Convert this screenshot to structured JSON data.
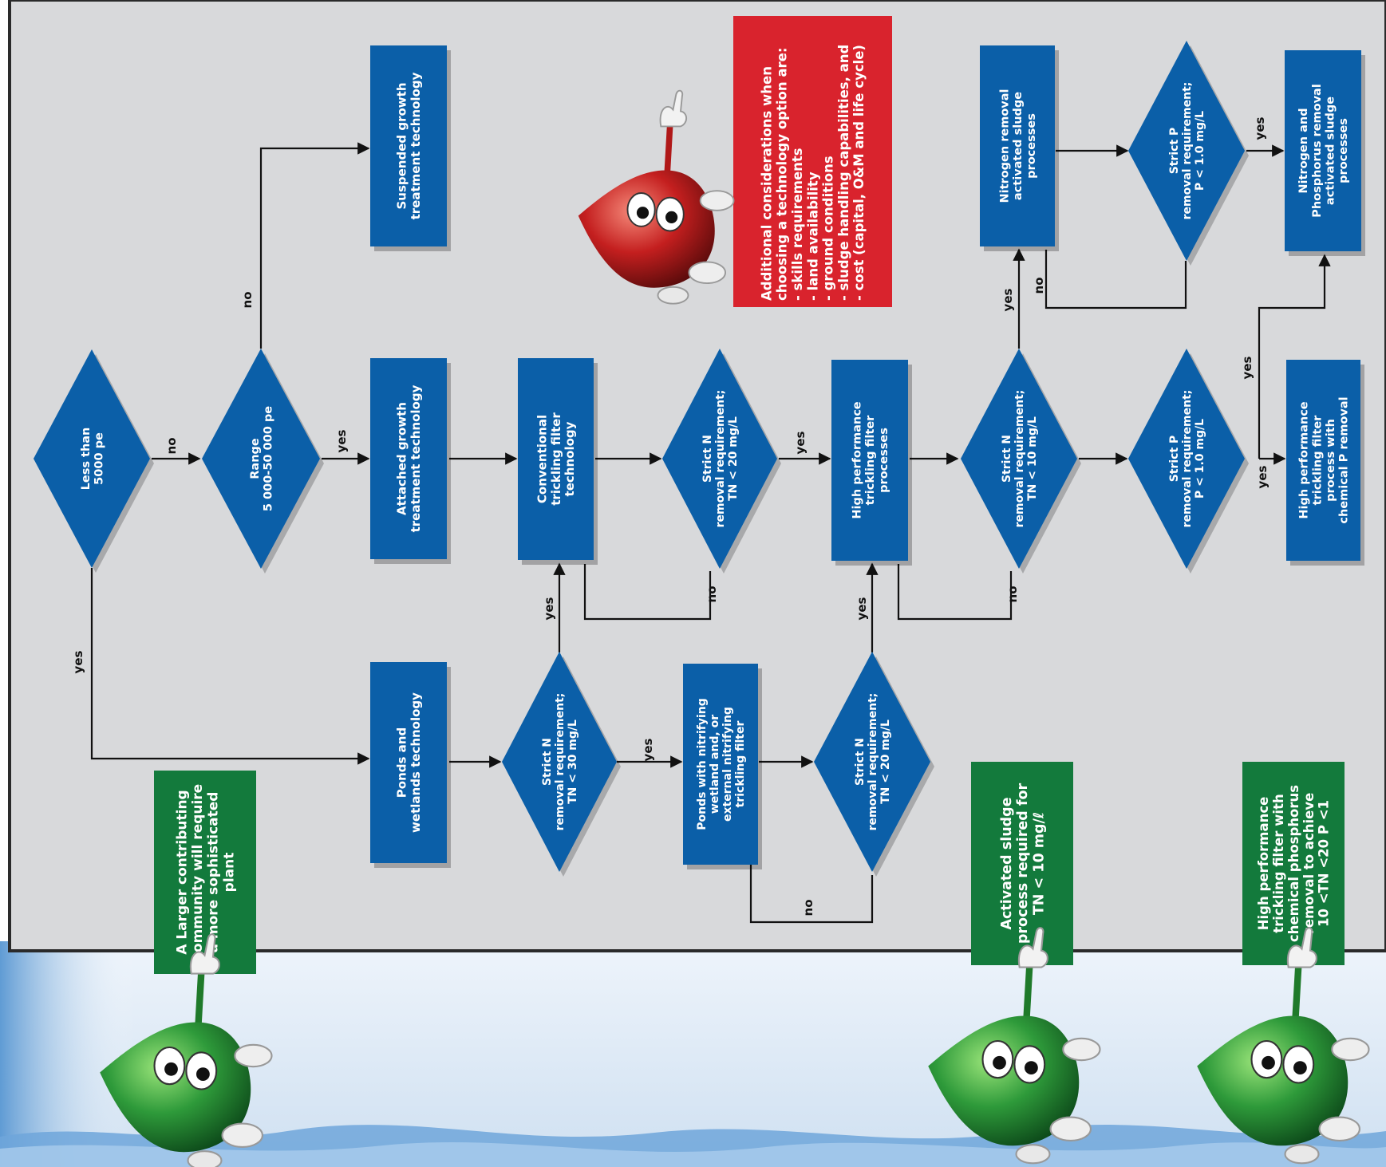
{
  "colors": {
    "panel_bg": "#d8d9db",
    "panel_border": "#2a2a2a",
    "blue_shape": "#0b5fa8",
    "green_box": "#137a3c",
    "red_box": "#d9232d",
    "water": "#7fb3df",
    "mascot_green": "#2e9a3a",
    "mascot_red": "#c41f1f"
  },
  "icons": {
    "mascot_red": "pointing-water-drop-mascot-icon",
    "mascot_green": "pointing-leaf-drop-mascot-icon"
  },
  "nodes": {
    "less_than_5000": [
      "Less than",
      "5000 pe"
    ],
    "range": [
      "Range",
      "5 000-50 000 pe"
    ],
    "suspended_growth": [
      "Suspended growth",
      "treatment technology"
    ],
    "attached_growth": [
      "Attached growth",
      "treatment technology"
    ],
    "ponds_wetlands": [
      "Ponds and",
      "wetlands technology"
    ],
    "conventional_tf": [
      "Conventional",
      "trickling filter",
      "technology"
    ],
    "strict_n_30": [
      "Strict N",
      "removal requirement;",
      "TN < 30 mg/L"
    ],
    "strict_n_20_top": [
      "Strict N",
      "removal requirement;",
      "TN < 20 mg/L"
    ],
    "ponds_nitrifying": [
      "Ponds with nitrifying",
      "wetland and, or",
      "external nitrifying",
      "trickling filter"
    ],
    "strict_n_20_bottom": [
      "Strict N",
      "removal requirement;",
      "TN < 20 mg/L"
    ],
    "high_perf_tf": [
      "High performance",
      "trickling filter",
      "processes"
    ],
    "strict_n_10": [
      "Strict N",
      "removal requirement;",
      "TN < 10 mg/L"
    ],
    "n_removal_as": [
      "Nitrogen removal",
      "activated sludge",
      "processes"
    ],
    "strict_p_top": [
      "Strict P",
      "removal requirement;",
      "P < 1.0 mg/L"
    ],
    "strict_p_mid": [
      "Strict P",
      "removal requirement;",
      "P < 1.0 mg/L"
    ],
    "np_removal_as": [
      "Nitrogen and",
      "Phosphorus removal",
      "activated sludge",
      "processes"
    ],
    "hp_tf_chem_p": [
      "High performance",
      "trickling filter",
      "process with",
      "chemical P removal"
    ]
  },
  "edge_labels": {
    "yes": "yes",
    "no": "no"
  },
  "callouts": {
    "red_considerations": [
      "Additional considerations when",
      "choosing a technology option are:",
      "-  skills requirements",
      "-  land availability",
      "-  ground conditions",
      "-  sludge handling capabilities, and",
      "-  cost (capital, O&M and life cycle)"
    ],
    "green_larger": [
      "A Larger contributing",
      "community will require",
      "a more sophisticated",
      "plant"
    ],
    "green_activated": [
      "Activated sludge",
      "process required for",
      "TN < 10 mg/ℓ"
    ],
    "green_high_perf": [
      "High performance",
      "trickling filter with",
      "chemical phosphorus",
      "removal to achieve",
      "10 <TN <20 P <1"
    ]
  }
}
